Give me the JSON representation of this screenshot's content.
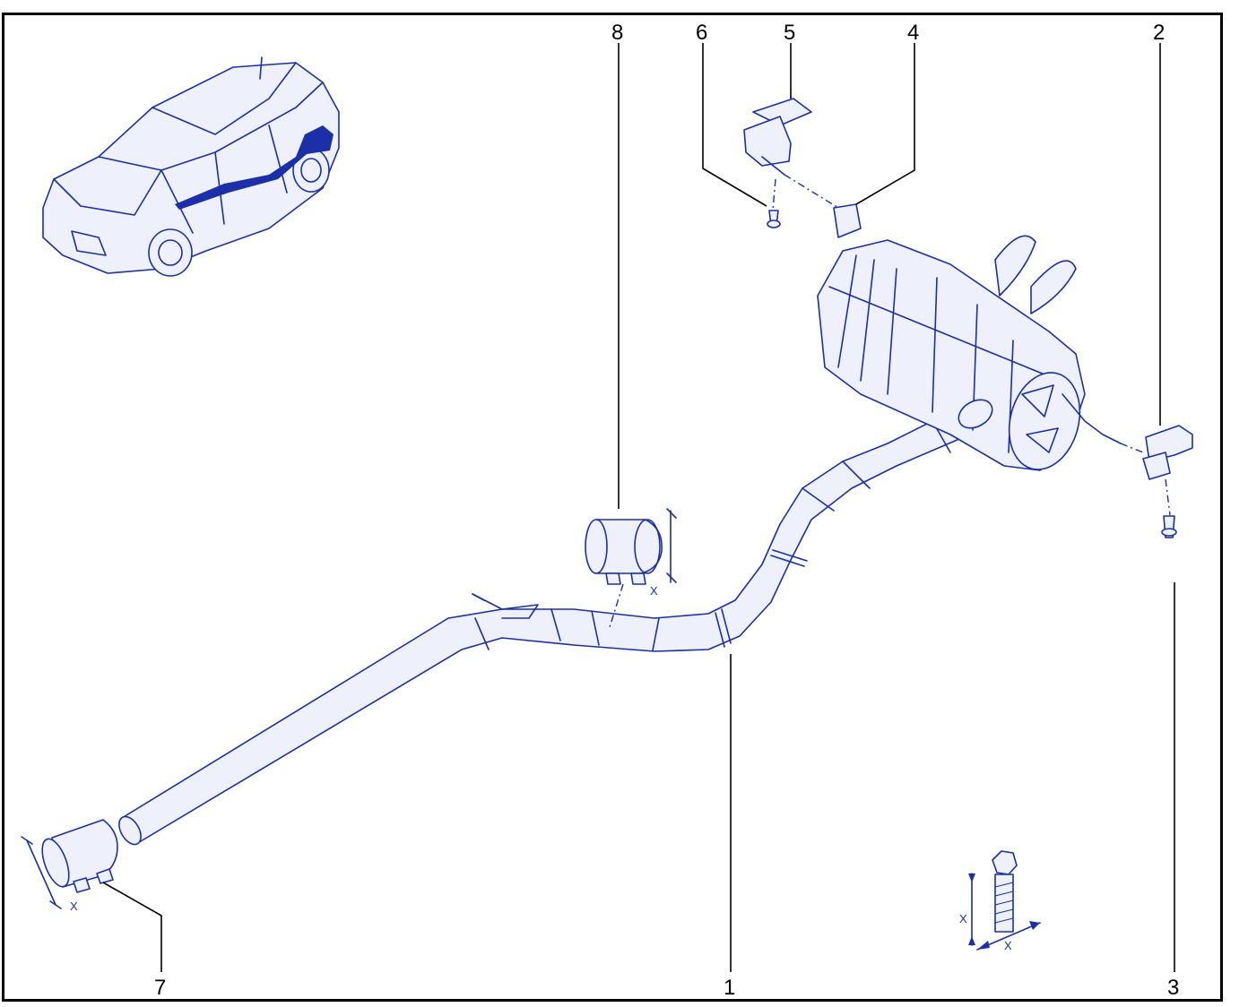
{
  "callouts": [
    {
      "id": "1",
      "label": "1"
    },
    {
      "id": "2",
      "label": "2"
    },
    {
      "id": "3",
      "label": "3"
    },
    {
      "id": "4",
      "label": "4"
    },
    {
      "id": "5",
      "label": "5"
    },
    {
      "id": "6",
      "label": "6"
    },
    {
      "id": "7",
      "label": "7"
    },
    {
      "id": "8",
      "label": "8"
    }
  ],
  "dimension_label": "X",
  "colors": {
    "line_art": "#1a2fa8",
    "callout_text": "#000000",
    "frame": "#000000"
  }
}
